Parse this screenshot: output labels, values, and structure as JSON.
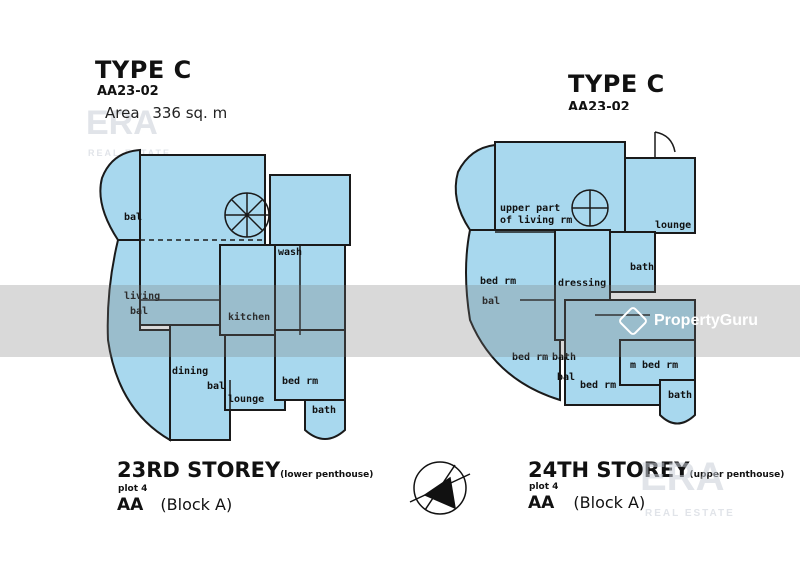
{
  "left_plan": {
    "type_title": "TYPE C",
    "unit_code": "AA23-02",
    "area_label": "Area",
    "area_value": "336 sq. m",
    "rooms": [
      "bal",
      "living",
      "bal",
      "dining",
      "bal",
      "lounge",
      "kitchen",
      "wash",
      "bed rm",
      "bath"
    ],
    "storey": "23RD STOREY",
    "storey_note": "(lower penthouse)",
    "plot": "plot 4",
    "aa": "AA",
    "block": "(Block A)"
  },
  "right_plan": {
    "type_title": "TYPE C",
    "unit_code": "AA23-02",
    "rooms": [
      "upper part",
      "of living rm",
      "lounge",
      "bed rm",
      "dressing",
      "bath",
      "bal",
      "bed rm",
      "bath",
      "bal",
      "bed rm",
      "m bed rm",
      "bath"
    ],
    "storey": "24TH STOREY",
    "storey_note": "(upper penthouse)",
    "plot": "plot 4",
    "aa": "AA",
    "block": "(Block A)"
  },
  "watermarks": {
    "era_text": "ERA",
    "era_sub": "REAL ESTATE",
    "propertyguru": "PropertyGuru"
  },
  "colors": {
    "room_fill": "#a8d8ee",
    "wall": "#1a1a1a",
    "band": "#8a8a8a"
  }
}
